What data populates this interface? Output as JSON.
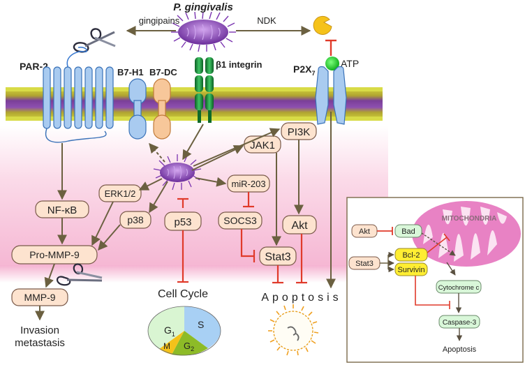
{
  "title": "P. gingivalis",
  "labels": {
    "gingipains": "gingipains",
    "ndk": "NDK",
    "par2": "PAR-2",
    "b7h1": "B7-H1",
    "b7dc": "B7-DC",
    "b1integrin": "β1 integrin",
    "p2x7_main": "P2X",
    "p2x7_sub": "7",
    "atp": "ATP"
  },
  "nodes": {
    "pi3k": "PI3K",
    "jak1": "JAK1",
    "erk": "ERK1/2",
    "mir203": "miR-203",
    "nfkb": "NF-κB",
    "p38": "p38",
    "p53": "p53",
    "socs3": "SOCS3",
    "akt": "Akt",
    "prommp9": "Pro-MMP-9",
    "stat3": "Stat3",
    "mmp9": "MMP-9"
  },
  "outcomes": {
    "invasion_line1": "Invasion",
    "invasion_line2": "metastasis",
    "cell_cycle": "Cell Cycle",
    "apoptosis": "Apoptosis"
  },
  "cell_cycle_phases": {
    "g1_main": "G",
    "g1_sub": "1",
    "s": "S",
    "m": "M",
    "g2_main": "G",
    "g2_sub": "2"
  },
  "inset": {
    "mitochondria": "MITOCHONDRIA",
    "akt": "Akt",
    "bad": "Bad",
    "stat3": "Stat3",
    "bcl2": "Bcl-2",
    "survivin": "Survivin",
    "cytochrome_c": "Cytochrome c",
    "caspase3": "Caspase-3",
    "apoptosis": "Apoptosis"
  },
  "colors": {
    "node_fill": "#fde3cf",
    "node_stroke": "#7a5a4a",
    "arrow": "#6b6040",
    "inhibit": "#e03a2a",
    "membrane_purple": "#8e44ad",
    "membrane_yellow": "#c8cc33",
    "receptor_blue": "#a9cbf0",
    "b7dc_orange": "#f7c79a",
    "integrin_green": "#1e8a3c",
    "pink_bg": "#f6c0d8",
    "mito_pink": "#e882c4",
    "bcl2_yellow": "#ffee33",
    "inset_green": "#d9f7d9"
  }
}
